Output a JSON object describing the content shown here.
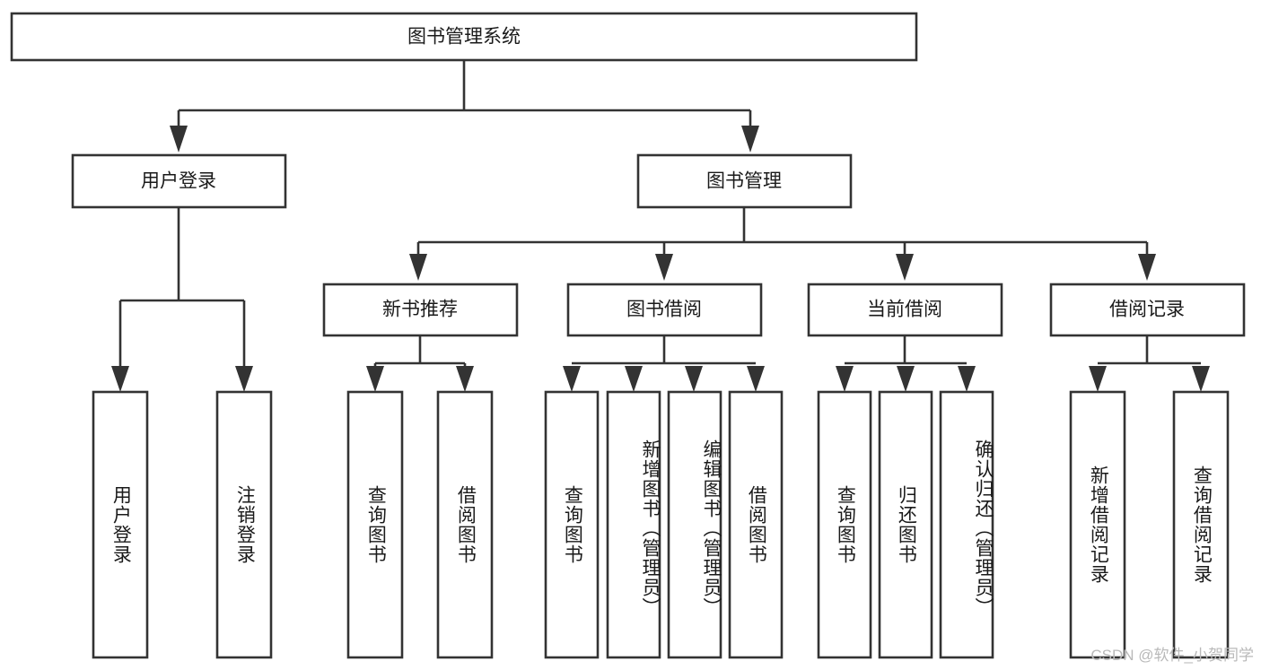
{
  "diagram": {
    "type": "tree",
    "title": "图书管理系统",
    "root": {
      "label": "图书管理系统",
      "level": 1
    },
    "level2": [
      {
        "label": "用户登录"
      },
      {
        "label": "图书管理"
      }
    ],
    "level3": [
      {
        "label": "新书推荐"
      },
      {
        "label": "图书借阅"
      },
      {
        "label": "当前借阅"
      },
      {
        "label": "借阅记录"
      }
    ],
    "leaves": {
      "user_login": [
        {
          "label": "用户登录"
        },
        {
          "label": "注销登录"
        }
      ],
      "new_book_recommend": [
        {
          "label": "查询图书"
        },
        {
          "label": "借阅图书"
        }
      ],
      "book_borrow": [
        {
          "label": "查询图书"
        },
        {
          "label": "新增图书（管理员）"
        },
        {
          "label": "编辑图书（管理员）"
        },
        {
          "label": "借阅图书"
        }
      ],
      "current_borrow": [
        {
          "label": "查询图书"
        },
        {
          "label": "归还图书"
        },
        {
          "label": "确认归还（管理员）"
        }
      ],
      "borrow_record": [
        {
          "label": "新增借阅记录"
        },
        {
          "label": "查询借阅记录"
        }
      ]
    },
    "colors": {
      "stroke": "#333333",
      "fill": "#ffffff",
      "text": "#1a1a1a",
      "watermark": "#b9b9b9"
    }
  },
  "watermark": {
    "text": "CSDN @软件_小贺同学"
  }
}
